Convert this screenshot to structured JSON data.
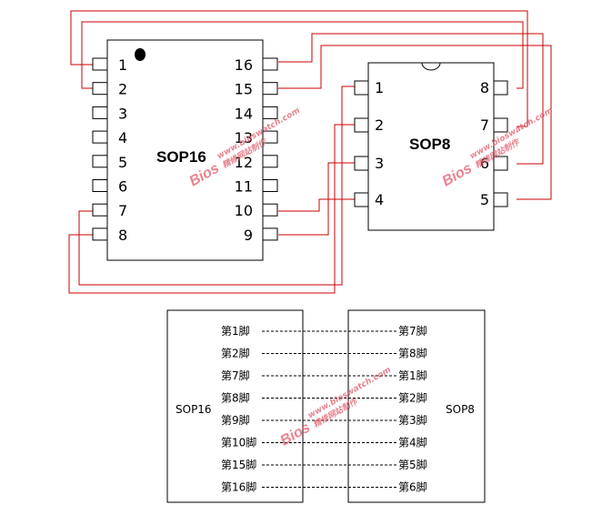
{
  "sop16": {
    "name": "SOP16",
    "left_pins": [
      "1",
      "2",
      "3",
      "4",
      "5",
      "6",
      "7",
      "8"
    ],
    "right_pins": [
      "16",
      "15",
      "14",
      "13",
      "12",
      "11",
      "10",
      "9"
    ]
  },
  "sop8": {
    "name": "SOP8",
    "left_pins": [
      "1",
      "2",
      "3",
      "4"
    ],
    "right_pins": [
      "8",
      "7",
      "6",
      "5"
    ]
  },
  "wire_color": "#cc0000",
  "table": {
    "left_label": "SOP16",
    "right_label": "SOP8",
    "rows": [
      {
        "left": "第1脚",
        "right": "第7脚"
      },
      {
        "left": "第2脚",
        "right": "第8脚"
      },
      {
        "left": "第7脚",
        "right": "第1脚"
      },
      {
        "left": "第8脚",
        "right": "第2脚"
      },
      {
        "left": "第9脚",
        "right": "第3脚"
      },
      {
        "left": "第10脚",
        "right": "第4脚"
      },
      {
        "left": "第15脚",
        "right": "第5脚"
      },
      {
        "left": "第16脚",
        "right": "第6脚"
      }
    ]
  },
  "watermark": {
    "url": "www.bioswatch.com",
    "brand": "Bios",
    "tagline": "精修网站制作"
  }
}
